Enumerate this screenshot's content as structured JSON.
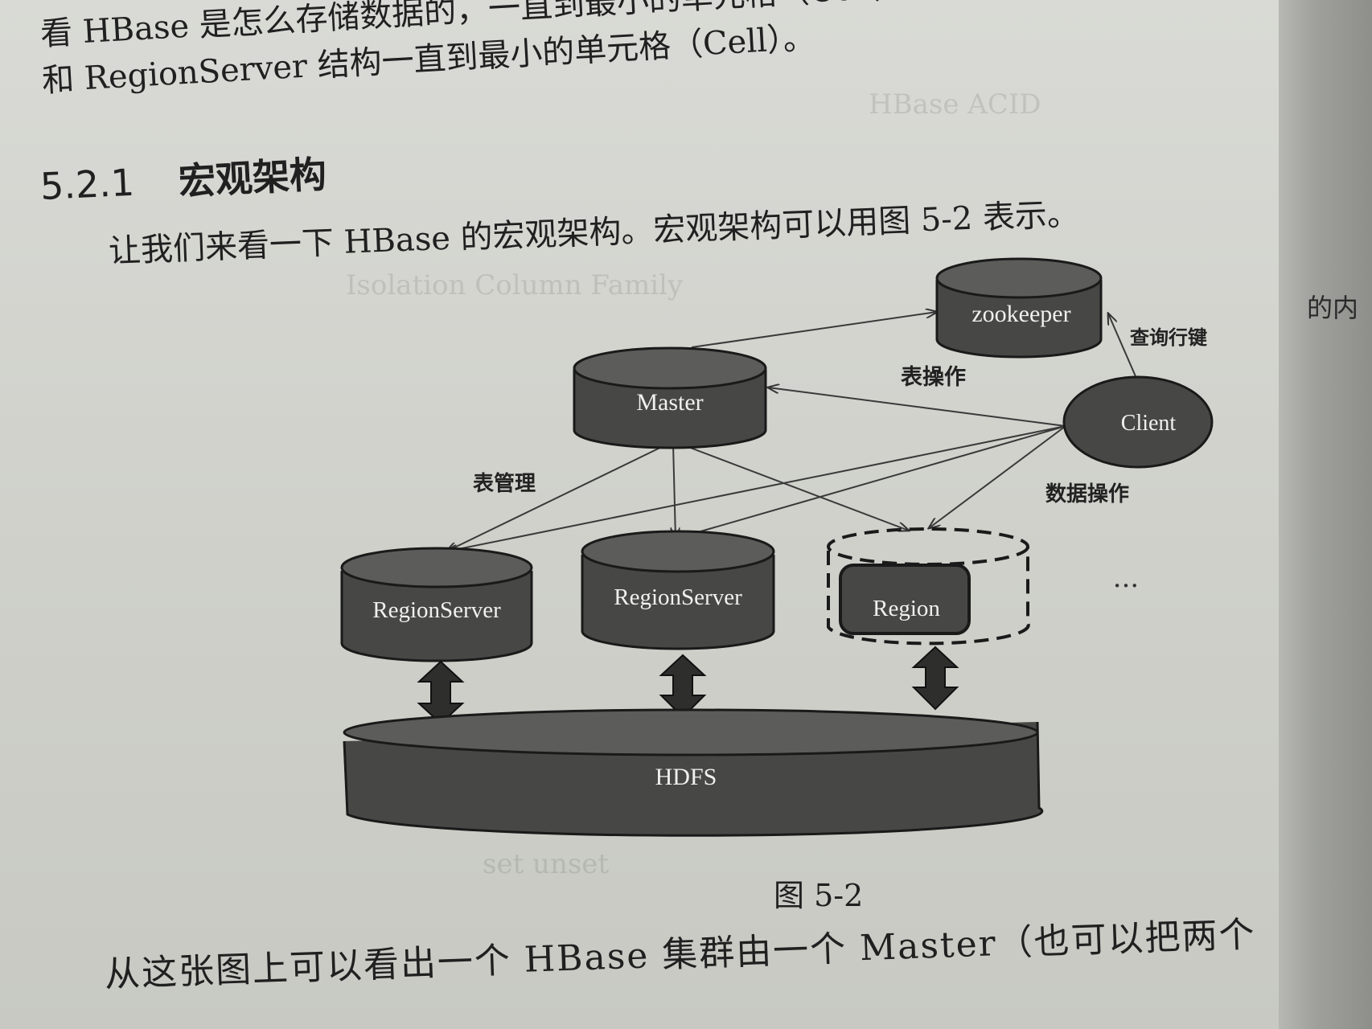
{
  "text": {
    "line1": "看 HBase 是怎么存储数据的，一直到最小的单元格（Cell）。",
    "line2": "和 RegionServer 结构一直到最小的单元格（Cell）。",
    "section_number": "5.2.1",
    "section_title": "宏观架构",
    "intro": "让我们来看一下 HBase 的宏观架构。宏观架构可以用图 5-2 表示。",
    "caption": "图 5-2",
    "bottom": "从这张图上可以看出一个 HBase 集群由一个 Master（也可以把两个",
    "margin": "的内"
  },
  "diagram": {
    "nodes": {
      "zookeeper": "zookeeper",
      "master": "Master",
      "client": "Client",
      "regionserver1": "RegionServer",
      "regionserver2": "RegionServer",
      "region": "Region",
      "hdfs": "HDFS",
      "ellipsis": "···"
    },
    "edge_labels": {
      "query_row_key": "查询行键",
      "table_ops": "表操作",
      "table_mgmt": "表管理",
      "data_ops": "数据操作"
    },
    "colors": {
      "node_fill": "#474845",
      "node_top": "#5c5d5a",
      "line": "#3a3a3a"
    }
  }
}
